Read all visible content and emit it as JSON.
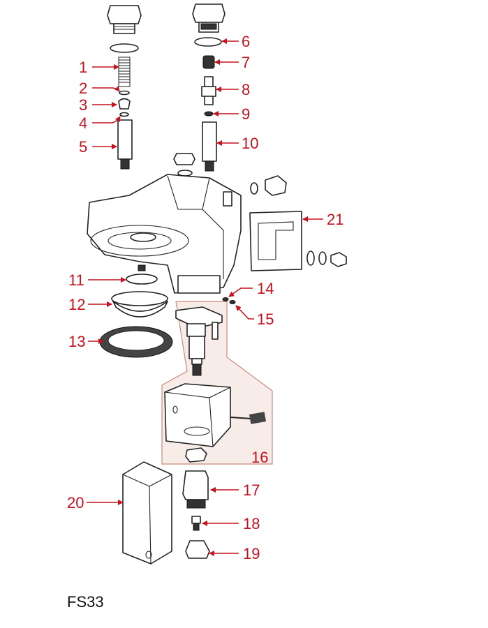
{
  "figure_id": "FS33",
  "callouts": [
    "1",
    "2",
    "3",
    "4",
    "5",
    "6",
    "7",
    "8",
    "9",
    "10",
    "11",
    "12",
    "13",
    "14",
    "15",
    "16",
    "17",
    "18",
    "19",
    "20",
    "21"
  ],
  "colors": {
    "callout": "#c4121e",
    "assembly_fill": "#f8ece8",
    "assembly_border": "#c98a7a"
  }
}
